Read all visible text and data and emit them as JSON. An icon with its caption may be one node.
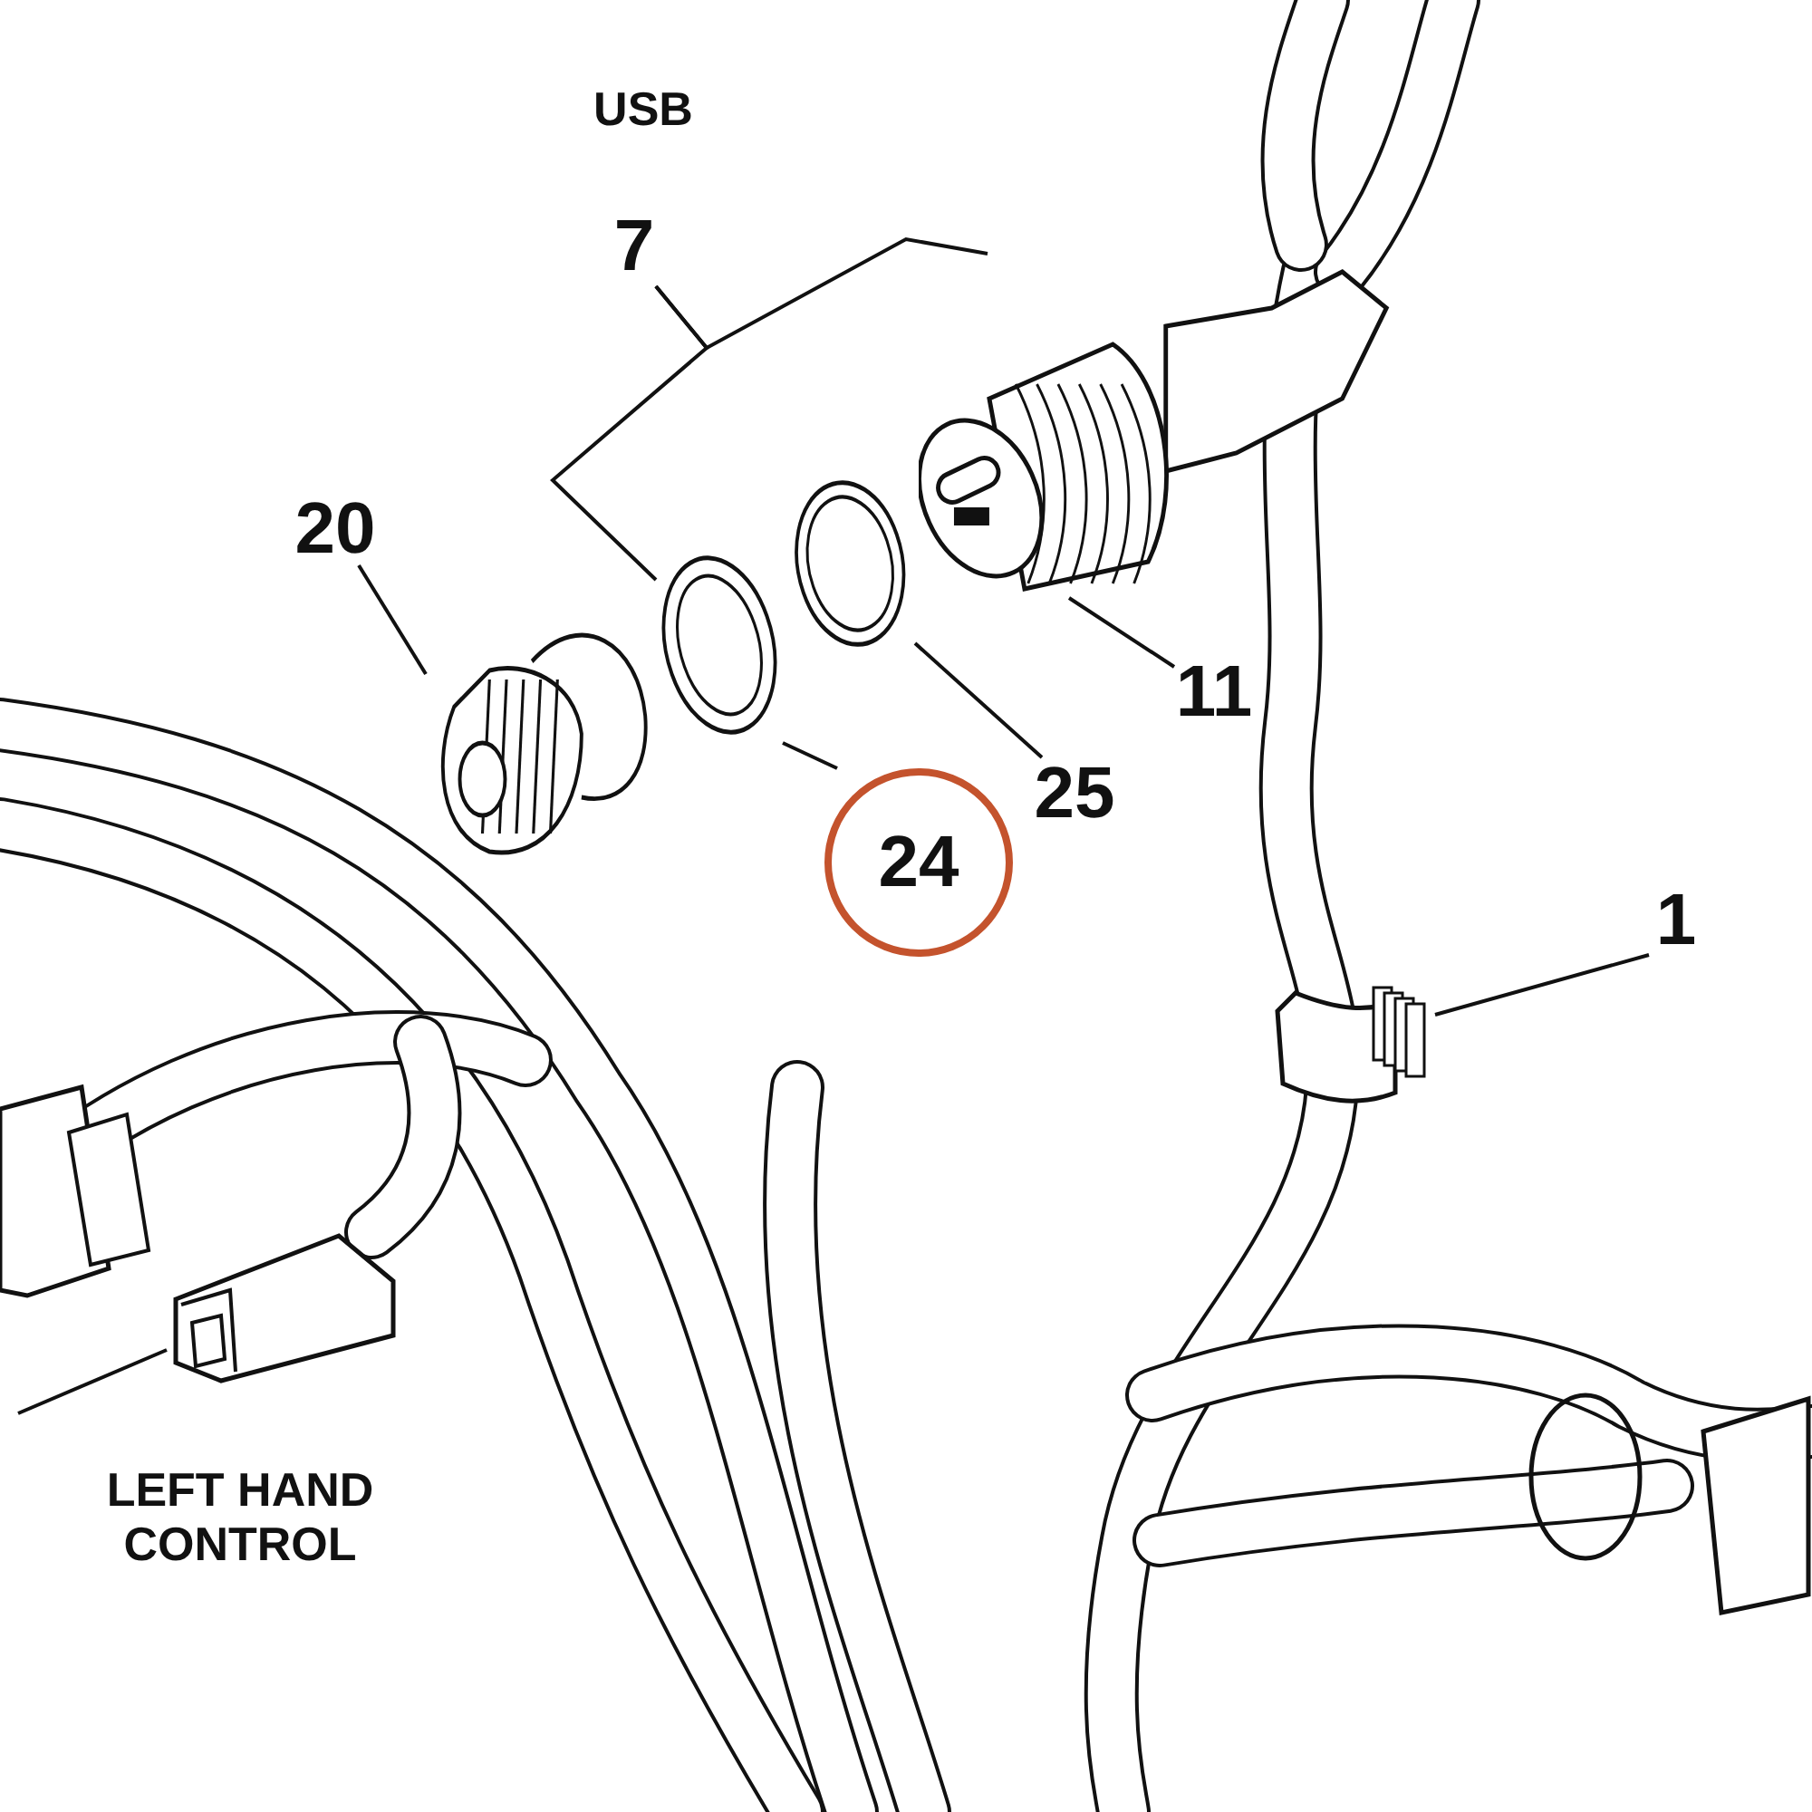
{
  "diagram": {
    "nodes": [
      {
        "text": [
          "7"
        ]
      },
      {
        "text": [
          "20"
        ]
      },
      {
        "text": [
          "11"
        ]
      },
      {
        "text": [
          "25"
        ]
      },
      {
        "text": [
          "24"
        ]
      },
      {
        "text": [
          "1"
        ]
      },
      {
        "text": [],
        "shape": "picture"
      },
      {
        "text": [],
        "shape": "picture"
      },
      {
        "text": [],
        "shape": "picture"
      },
      {
        "text": [],
        "shape": "picture"
      },
      {
        "text": [],
        "shape": "picture"
      },
      {
        "text": [],
        "shape": "picture"
      }
    ],
    "edges": [
      {
        "from": 0,
        "to": 7,
        "arrow": "none"
      },
      {
        "from": 0,
        "to": 9,
        "arrow": "none"
      },
      {
        "from": 1,
        "to": 6,
        "arrow": "none"
      },
      {
        "from": 2,
        "to": 9,
        "arrow": "none"
      },
      {
        "from": 3,
        "to": 8,
        "arrow": "none"
      },
      {
        "from": 4,
        "to": 7,
        "arrow": "none"
      },
      {
        "from": 5,
        "to": 10,
        "arrow": "none"
      },
      {
        "from": null,
        "to": 11,
        "arrow": "none"
      }
    ],
    "labels": [
      "USB",
      "LEFT HAND CONTROL"
    ]
  }
}
